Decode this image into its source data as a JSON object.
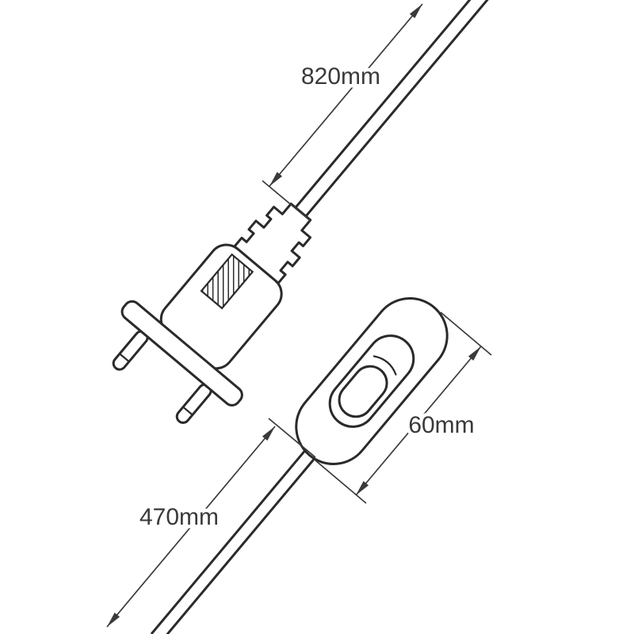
{
  "diagram": {
    "type": "technical-line-drawing",
    "subject": "power-cord-with-eu-plug-and-inline-rocker-switch",
    "colors": {
      "line": "#2a2a2a",
      "dimension": "#3a3a3a",
      "text": "#3a3a3a",
      "background": "#ffffff"
    },
    "labels": {
      "cable_upper": "820mm",
      "switch_length": "60mm",
      "cable_lower": "470mm"
    },
    "parts": [
      "eu-two-pin-plug",
      "plug-strain-relief",
      "plug-label-patch",
      "inline-rocker-switch",
      "rocker-button",
      "power-cable-upper",
      "power-cable-lower"
    ]
  }
}
